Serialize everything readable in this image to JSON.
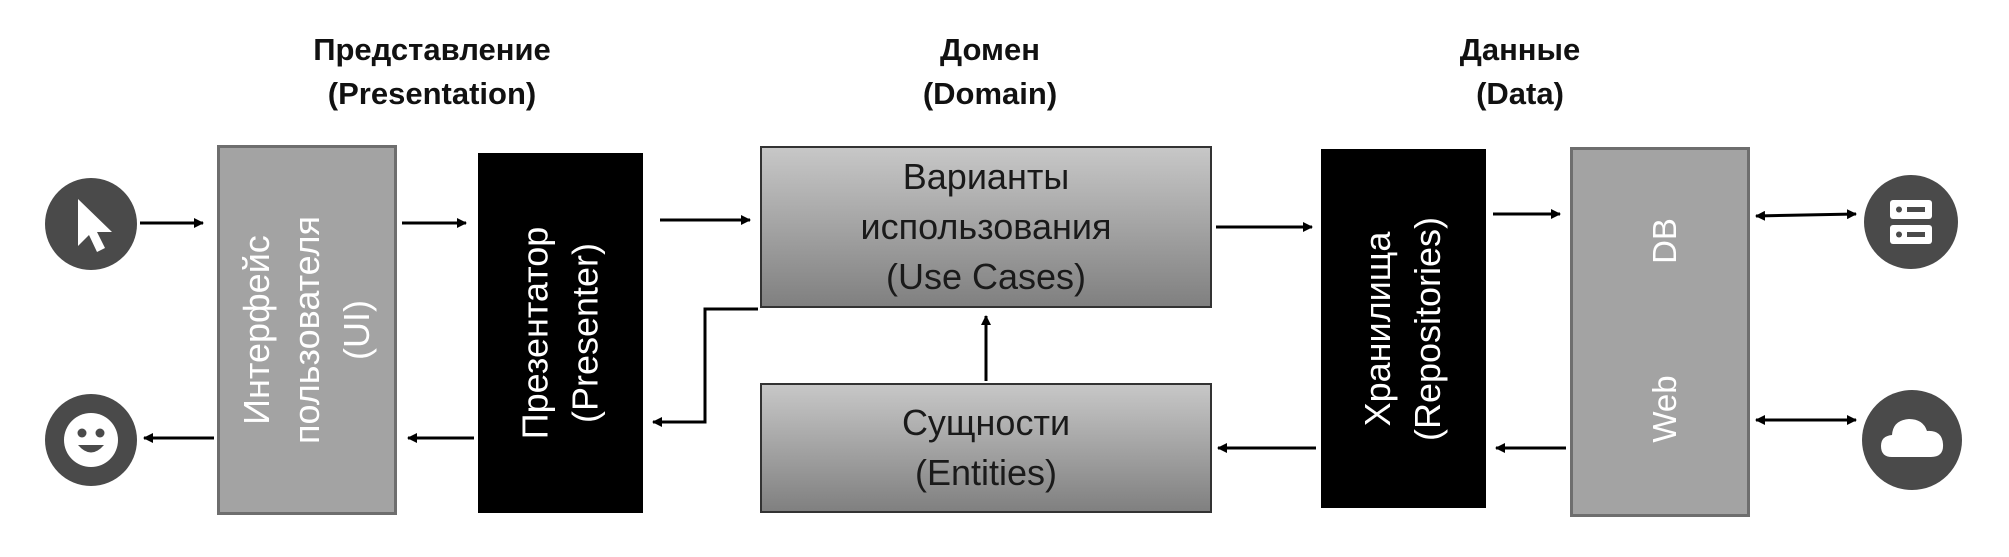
{
  "layers": {
    "presentation": [
      "Представление",
      "(Presentation)"
    ],
    "domain": [
      "Домен",
      "(Domain)"
    ],
    "data": [
      "Данные",
      "(Data)"
    ]
  },
  "blocks": {
    "ui": [
      "Интерфейс",
      "пользователя",
      "(UI)"
    ],
    "presenter": [
      "Презентатор",
      "(Presenter)"
    ],
    "use_cases": [
      "Варианты",
      "использования",
      "(Use Cases)"
    ],
    "entities": [
      "Сущности",
      "(Entities)"
    ],
    "repositories": [
      "Хранилища",
      "(Repositories)"
    ],
    "db": "DB",
    "web": "Web"
  },
  "icons": {
    "input": "cursor-icon",
    "output": "smiley-face-icon",
    "database": "server-icon",
    "cloud": "cloud-icon"
  },
  "colors": {
    "ui_box": "#a3a3a3",
    "dark_box": "#000000",
    "icon": "#4a4a4a"
  }
}
